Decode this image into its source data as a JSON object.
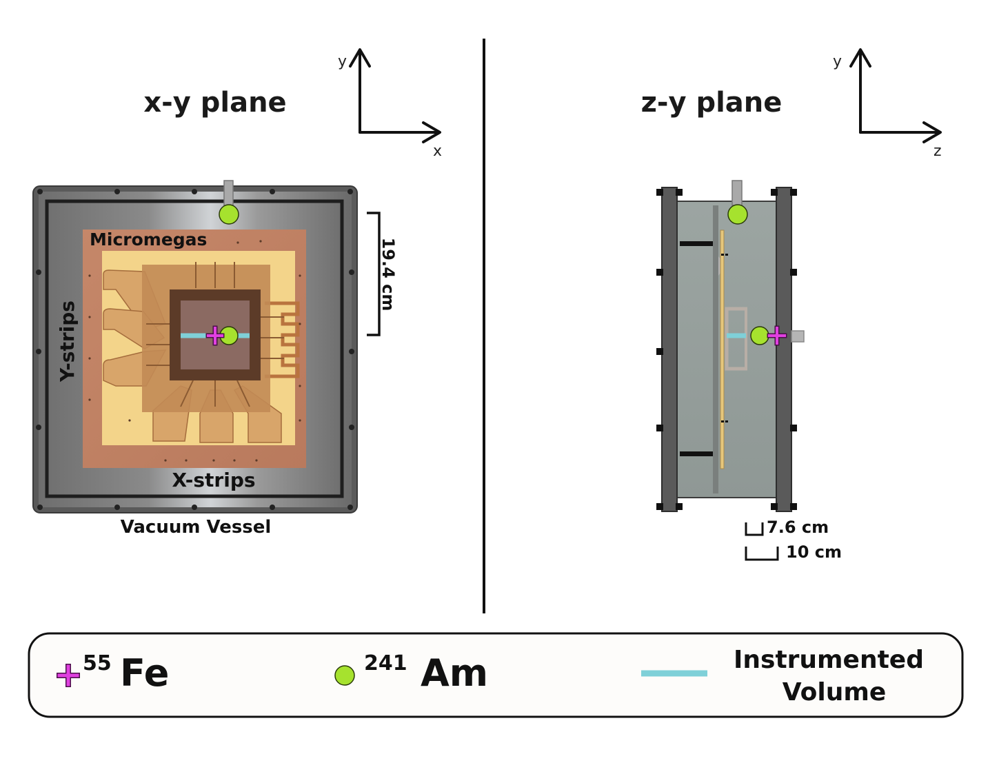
{
  "panels": {
    "left": {
      "title": "x-y plane",
      "axis_x": "x",
      "axis_y": "y"
    },
    "right": {
      "title": "z-y plane",
      "axis_x": "z",
      "axis_y": "y"
    }
  },
  "left_labels": {
    "micromegas": "Micromegas",
    "y_strips": "Y-strips",
    "x_strips": "X-strips",
    "vessel": "Vacuum Vessel",
    "scale": "19.4 cm"
  },
  "right_labels": {
    "scale_small": "7.6 cm",
    "scale_large": "10 cm"
  },
  "legend": {
    "fe_mass": "55",
    "fe_symbol": "Fe",
    "am_mass": "241",
    "am_symbol": "Am",
    "instrumented_line1": "Instrumented",
    "instrumented_line2": "Volume"
  },
  "colors": {
    "fe_marker": "#e040e0",
    "am_marker": "#a6e22e",
    "instrumented_volume": "#7fd0d8",
    "micromegas_board": "#c8896a",
    "readout_gold": "#f4d58a",
    "vessel_gray": "#7e7e7e"
  }
}
